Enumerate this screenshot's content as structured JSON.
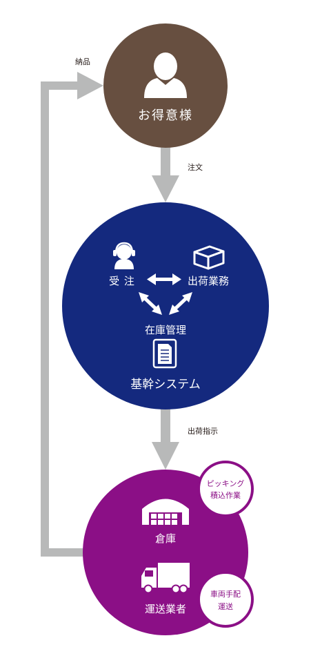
{
  "colors": {
    "customer": "#674f40",
    "system": "#14297e",
    "warehouse": "#8b0f86",
    "arrow": "#b8b9b9",
    "text_dark": "#231815",
    "white": "#ffffff"
  },
  "labels": {
    "delivery": "納品",
    "order": "注文",
    "shipping_instruction": "出荷指示"
  },
  "customer": {
    "name": "お得意様",
    "icon": "person-icon"
  },
  "system": {
    "order_receiving": "受 注",
    "shipping_work": "出荷業務",
    "inventory": "在庫管理",
    "name": "基幹システム",
    "icons": [
      "headset-operator-icon",
      "box-icon",
      "document-icon"
    ]
  },
  "warehouse": {
    "name": "倉庫",
    "carrier": "運送業者",
    "picking_line1": "ピッキング",
    "picking_line2": "積込作業",
    "vehicle_line1": "車両手配",
    "vehicle_line2": "運送",
    "icons": [
      "warehouse-icon",
      "truck-icon"
    ]
  }
}
